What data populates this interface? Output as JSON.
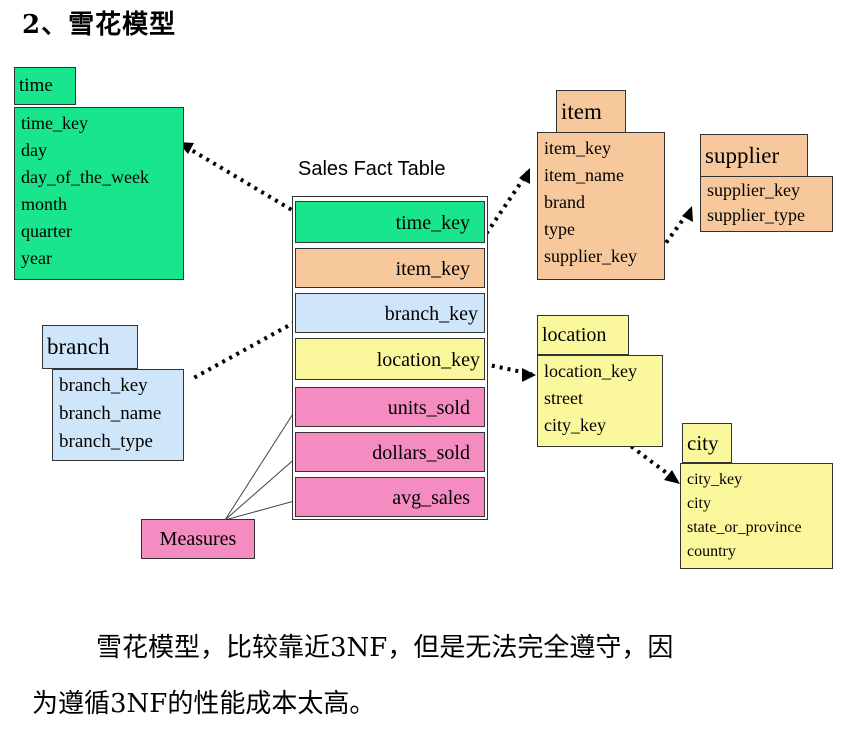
{
  "heading": "2、雪花模型",
  "diagram": {
    "fact_table": {
      "caption": "Sales Fact Table",
      "keys": [
        "time_key",
        "item_key",
        "branch_key",
        "location_key"
      ],
      "measures": [
        "units_sold",
        "dollars_sold",
        "avg_sales"
      ]
    },
    "time": {
      "title": "time",
      "fields": [
        "time_key",
        "day",
        "day_of_the_week",
        "month",
        "quarter",
        "year"
      ]
    },
    "branch": {
      "title": "branch",
      "fields": [
        "branch_key",
        "branch_name",
        "branch_type"
      ]
    },
    "item": {
      "title": "item",
      "fields": [
        "item_key",
        "item_name",
        "brand",
        "type",
        "supplier_key"
      ]
    },
    "supplier": {
      "title": "supplier",
      "fields": [
        "supplier_key",
        "supplier_type"
      ]
    },
    "location": {
      "title": "location",
      "fields": [
        "location_key",
        "street",
        "city_key"
      ]
    },
    "city": {
      "title": "city",
      "fields": [
        "city_key",
        "city",
        "state_or_province",
        "country"
      ]
    },
    "measures_label": "Measures",
    "colors": {
      "time": "#19e68c",
      "item": "#f7c89b",
      "branch": "#cfe6fa",
      "location": "#fbf79c",
      "measures": "#f48bc1"
    }
  },
  "paragraph": {
    "line1": "雪花模型，比较靠近3NF，但是无法完全遵守，因",
    "line2": "为遵循3NF的性能成本太高。"
  }
}
